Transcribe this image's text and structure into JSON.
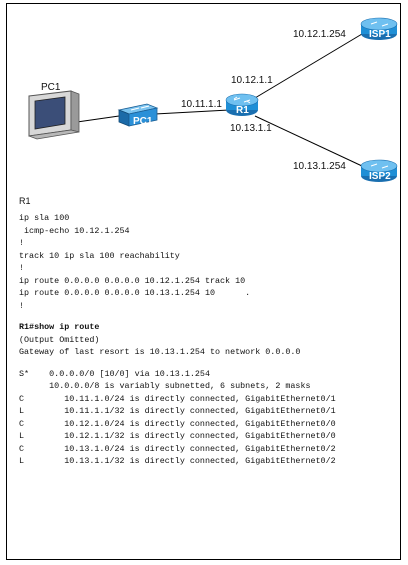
{
  "topology": {
    "pc_label": "PC1",
    "switch_label": "PC1",
    "router_label": "R1",
    "isp1_label": "ISP1",
    "isp2_label": "ISP2",
    "link_pc_r1": "10.11.1.1",
    "r1_top_ip": "10.12.1.1",
    "r1_bottom_ip": "10.13.1.1",
    "isp1_ip": "10.12.1.254",
    "isp2_ip": "10.13.1.254",
    "colors": {
      "router_blue": "#1f8fd6",
      "switch_blue": "#2a90d8",
      "line": "#000000"
    }
  },
  "config": {
    "device": "R1",
    "lines": [
      "ip sla 100",
      " icmp-echo 10.12.1.254",
      "!",
      "track 10 ip sla 100 reachability",
      "!",
      "ip route 0.0.0.0 0.0.0.0 10.12.1.254 track 10",
      "ip route 0.0.0.0 0.0.0.0 10.13.1.254 10      .",
      "!"
    ]
  },
  "output": {
    "prompt": "R1#show ip route",
    "lines": [
      "(Output Omitted)",
      "Gateway of last resort is 10.13.1.254 to network 0.0.0.0"
    ],
    "routes": [
      "S*    0.0.0.0/0 [10/0] via 10.13.1.254",
      "      10.0.0.0/8 is variably subnetted, 6 subnets, 2 masks",
      "C        10.11.1.0/24 is directly connected, GigabitEthernet0/1",
      "L        10.11.1.1/32 is directly connected, GigabitEthernet0/1",
      "C        10.12.1.0/24 is directly connected, GigabitEthernet0/0",
      "L        10.12.1.1/32 is directly connected, GigabitEthernet0/0",
      "C        10.13.1.0/24 is directly connected, GigabitEthernet0/2",
      "L        10.13.1.1/32 is directly connected, GigabitEthernet0/2"
    ]
  }
}
